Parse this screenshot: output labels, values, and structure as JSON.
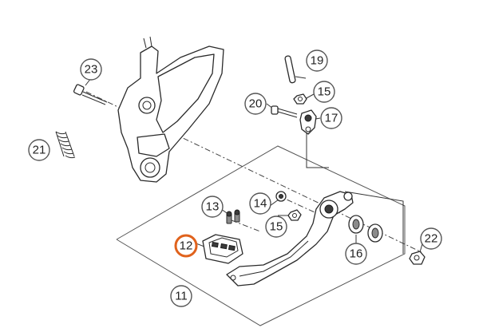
{
  "highlight_color": "#e0621c",
  "callouts": [
    {
      "id": "23",
      "label": "23",
      "highlighted": false
    },
    {
      "id": "21",
      "label": "21",
      "highlighted": false
    },
    {
      "id": "19",
      "label": "19",
      "highlighted": false
    },
    {
      "id": "15a",
      "label": "15",
      "highlighted": false
    },
    {
      "id": "20",
      "label": "20",
      "highlighted": false
    },
    {
      "id": "17",
      "label": "17",
      "highlighted": false
    },
    {
      "id": "13",
      "label": "13",
      "highlighted": false
    },
    {
      "id": "14",
      "label": "14",
      "highlighted": false
    },
    {
      "id": "15b",
      "label": "15",
      "highlighted": false
    },
    {
      "id": "12",
      "label": "12",
      "highlighted": true
    },
    {
      "id": "16",
      "label": "16",
      "highlighted": false
    },
    {
      "id": "22",
      "label": "22",
      "highlighted": false
    },
    {
      "id": "11",
      "label": "11",
      "highlighted": false
    }
  ]
}
